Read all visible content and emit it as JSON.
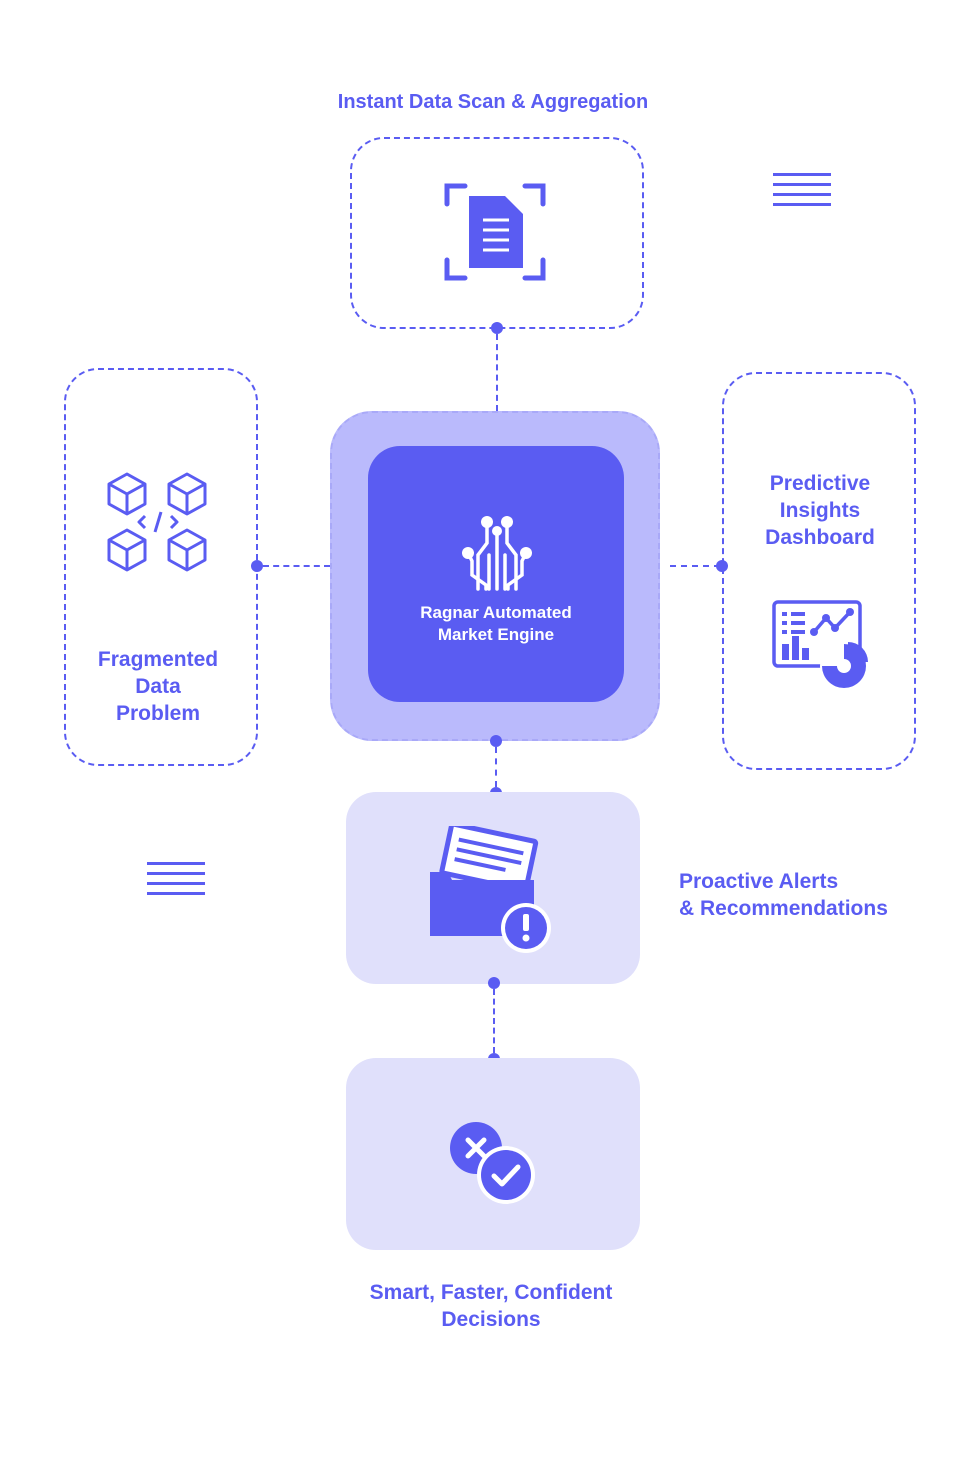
{
  "top": {
    "title": "Instant Data Scan & Aggregation"
  },
  "left": {
    "title": "Fragmented\nData\nProblem"
  },
  "right": {
    "title": "Predictive\nInsights\nDashboard"
  },
  "engine": {
    "title": "Ragnar Automated\nMarket Engine"
  },
  "alerts": {
    "title": "Proactive Alerts\n& Recommendations"
  },
  "decisions": {
    "title": "Smart, Faster, Confident\nDecisions"
  },
  "icons": {
    "scan": "document-scan-icon",
    "blocks": "code-blocks-icon",
    "engine": "circuit-icon",
    "dashboard": "chart-dashboard-icon",
    "alert": "folder-alert-icon",
    "decision": "decision-icon",
    "menu": "menu-lines-icon"
  },
  "colors": {
    "accent": "#5a5cf2",
    "engine_outer": "#babafc",
    "soft": "#e0e0fb"
  }
}
